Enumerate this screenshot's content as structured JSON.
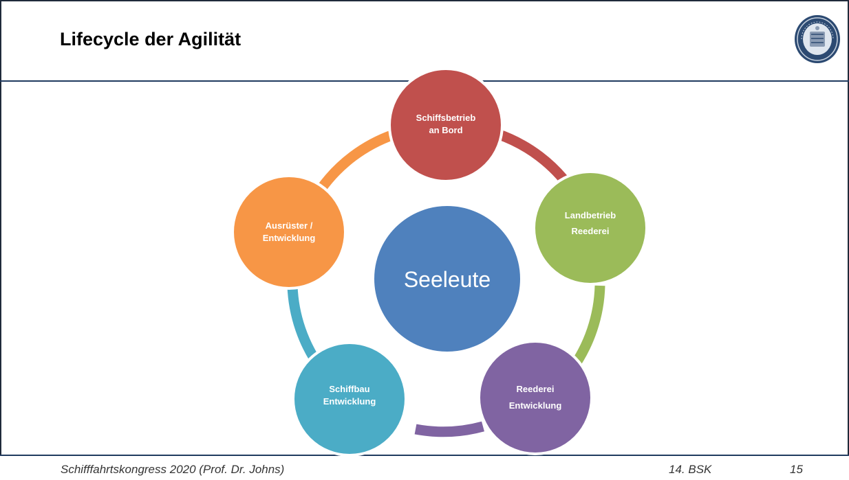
{
  "slide": {
    "title": "Lifecycle der Agilität",
    "footer_left": "Schifffahrtskongress 2020 (Prof. Dr. Johns)",
    "footer_mid": "14. BSK",
    "page_number": "15"
  },
  "diagram": {
    "center": {
      "label": "Seeleute",
      "color": "#4f81bd"
    },
    "nodes": [
      {
        "id": "schiffsbetrieb",
        "line1": "Schiffsbetrieb",
        "line2": "an Bord",
        "color": "#c0504d"
      },
      {
        "id": "landbetrieb",
        "line1": "Landbetrieb",
        "line2": "Reederei",
        "color": "#9bbb59"
      },
      {
        "id": "reederei",
        "line1": "Reederei",
        "line2": "Entwicklung",
        "color": "#8064a2"
      },
      {
        "id": "schiffbau",
        "line1": "Schiffbau",
        "line2": "Entwicklung",
        "color": "#4bacc6"
      },
      {
        "id": "ausruester",
        "line1": "Ausrüster /",
        "line2": "Entwicklung",
        "color": "#f79646"
      }
    ]
  }
}
